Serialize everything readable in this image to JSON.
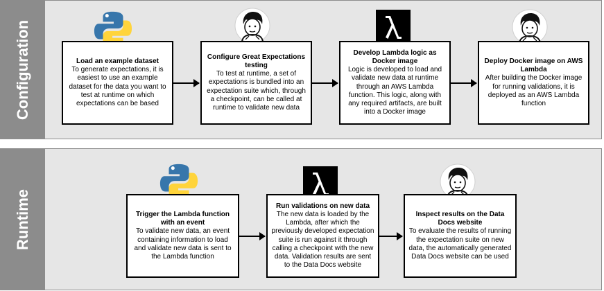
{
  "sections": {
    "configuration": {
      "label": "Configuration",
      "steps": [
        {
          "title": "Load an example dataset",
          "body": "To generate expectations, it is easiest to use an example dataset for the data you want to test at runtime on which expectations can be based",
          "icon": "python-logo-icon"
        },
        {
          "title": "Configure Great Expectations testing",
          "body": "To test at runtime, a set of expectations is bundled into an expectation suite which, through a checkpoint, can be called at runtime to validate new data",
          "icon": "great-expectations-logo-icon"
        },
        {
          "title": "Develop Lambda logic as Docker image",
          "body": "Logic is developed to load and validate new data at runtime through an AWS Lambda function. This logic, along with any required artifacts, are built into a Docker image",
          "icon": "aws-lambda-icon"
        },
        {
          "title": "Deploy Docker image on AWS Lambda",
          "body": "After building the Docker image for running validations, it is deployed as an AWS Lambda function",
          "icon": "great-expectations-logo-icon"
        }
      ]
    },
    "runtime": {
      "label": "Runtime",
      "steps": [
        {
          "title": "Trigger the Lambda function with an event",
          "body": "To validate new data, an event containing information to load and validate new data is sent to the Lambda function",
          "icon": "python-logo-icon"
        },
        {
          "title": "Run validations on new data",
          "body": "The new data is loaded by the Lambda, after which the previously developed expectation suite is run against it through calling a checkpoint with the new data. Validation results are sent to the Data Docs website",
          "icon": "aws-lambda-icon"
        },
        {
          "title": "Inspect results on the Data Docs website",
          "body": "To evaluate the results of running the expectation suite on new data, the automatically generated Data Docs website can be used",
          "icon": "great-expectations-logo-icon"
        }
      ]
    }
  },
  "colors": {
    "section_bg": "#e6e6e6",
    "sidebar": "#8c8c8c",
    "python_blue": "#3776ab",
    "python_yellow": "#ffd43b",
    "lambda_bg": "#000000"
  }
}
